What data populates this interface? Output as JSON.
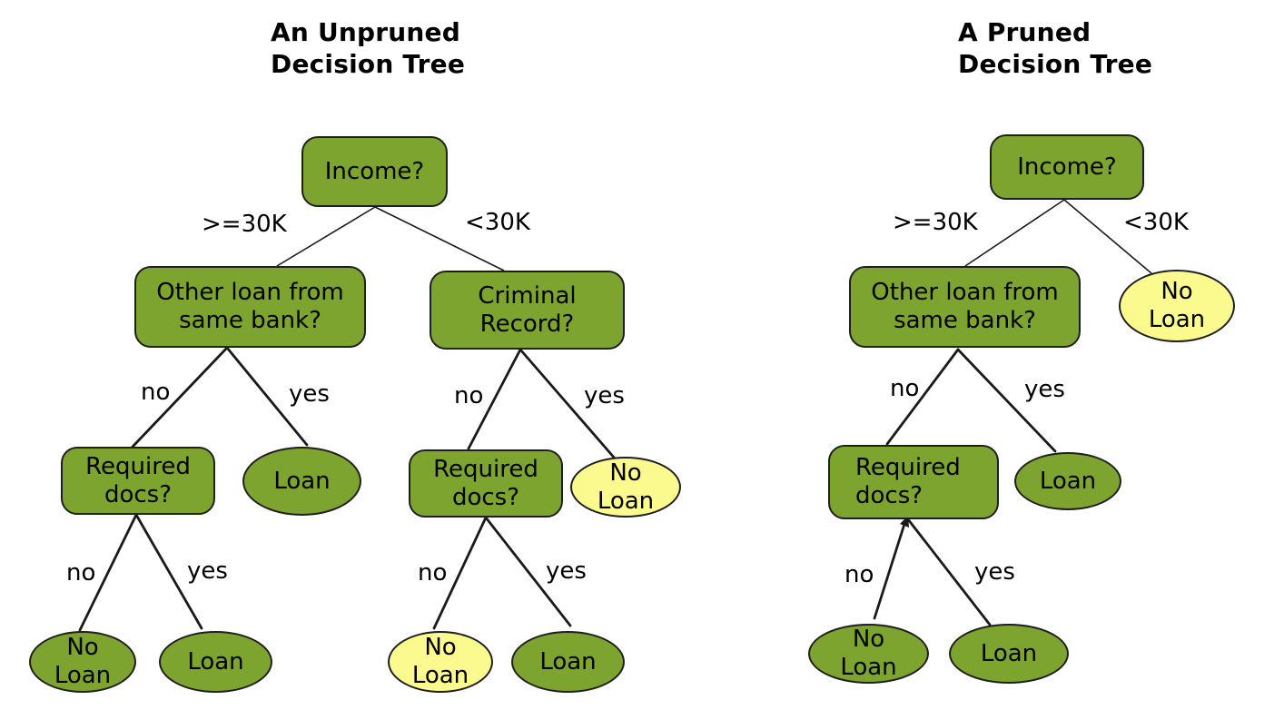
{
  "titles": {
    "unpruned": "An Unpruned\nDecision Tree",
    "pruned": "A Pruned\nDecision Tree"
  },
  "node_labels": {
    "income": "Income?",
    "other_loan": "Other loan from\nsame bank?",
    "criminal_record": "Criminal\nRecord?",
    "required_docs": "Required\ndocs?",
    "loan": "Loan",
    "no_loan": "No\nLoan"
  },
  "edge_labels": {
    "ge_30k": ">=30K",
    "lt_30k": "<30K",
    "no": "no",
    "yes": "yes"
  },
  "colors": {
    "decision_node_green": "#7CA42E",
    "leaf_yellow": "#FAFA8E",
    "outline_black": "#1f1f1f",
    "background": "#ffffff"
  }
}
